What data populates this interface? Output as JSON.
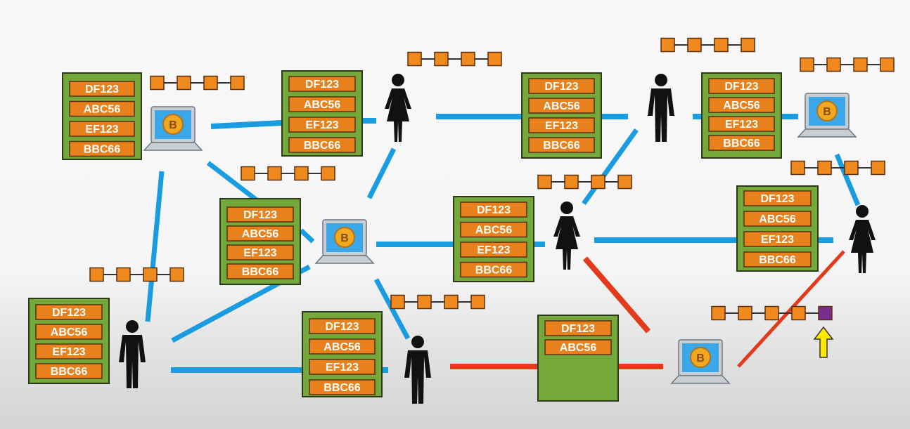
{
  "colors": {
    "background": "#f6f6f6",
    "ledger_fill": "#75a83a",
    "ledger_border": "#2c3a1a",
    "entry_fill": "#e8801c",
    "entry_border": "#5a3010",
    "entry_text": "#ffffff",
    "chain_block": "#f08a1e",
    "chain_new_block": "#7a2d8c",
    "link_blue": "#1a9de0",
    "link_red": "#e23a1a",
    "arrow": "#ffe800",
    "person": "#111111",
    "laptop_screen": "#3aa8e8",
    "laptop_body": "#c9ced3",
    "coin": "#f0a81e"
  },
  "ledgers": [
    {
      "entries": [
        "DF123",
        "ABC56",
        "EF123",
        "BBC66"
      ]
    },
    {
      "entries": [
        "DF123",
        "ABC56",
        "EF123",
        "BBC66"
      ]
    },
    {
      "entries": [
        "DF123",
        "ABC56",
        "EF123",
        "BBC66"
      ]
    },
    {
      "entries": [
        "DF123",
        "ABC56",
        "EF123",
        "BBC66"
      ]
    },
    {
      "entries": [
        "DF123",
        "ABC56",
        "EF123",
        "BBC66"
      ]
    },
    {
      "entries": [
        "DF123",
        "ABC56",
        "EF123",
        "BBC66"
      ]
    },
    {
      "entries": [
        "DF123",
        "ABC56",
        "EF123",
        "BBC66"
      ]
    },
    {
      "entries": [
        "DF123",
        "ABC56",
        "EF123",
        "BBC66"
      ]
    },
    {
      "entries": [
        "DF123",
        "ABC56",
        "EF123",
        "BBC66"
      ]
    },
    {
      "entries": [
        "DF123",
        "ABC56"
      ]
    }
  ],
  "coin_symbol": "B",
  "icons": {
    "person": "person-icon",
    "laptop": "laptop-bitcoin-icon",
    "chain": "blockchain-icon",
    "arrow": "up-arrow-icon"
  }
}
